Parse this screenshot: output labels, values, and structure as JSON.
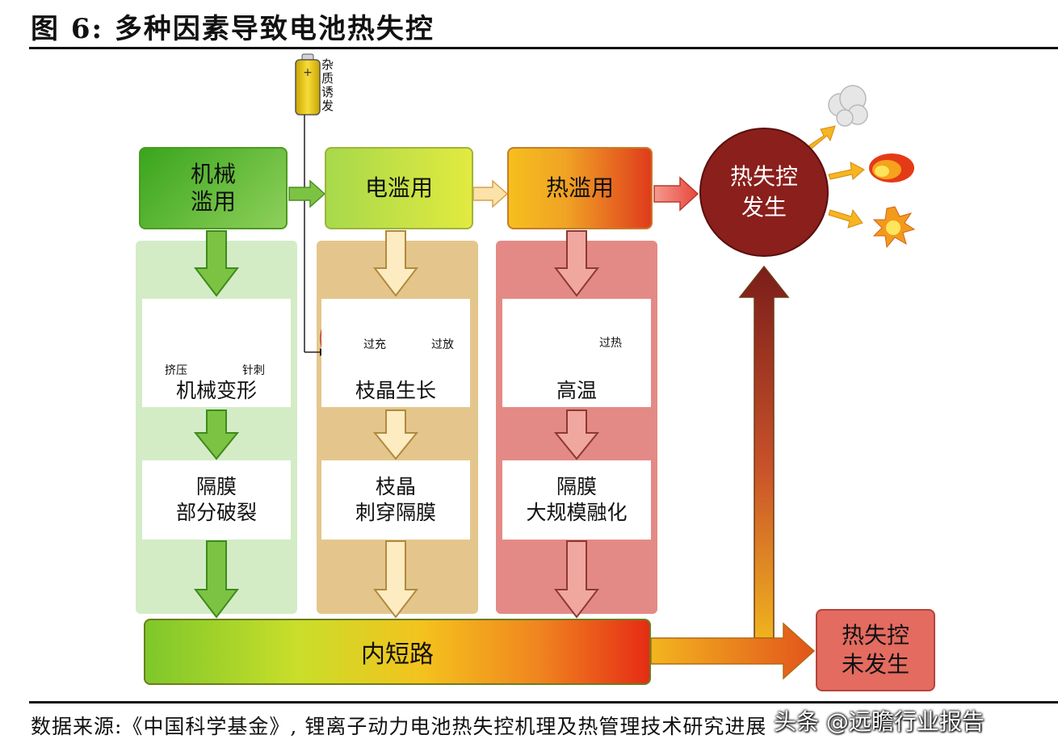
{
  "title": "图 6:  多种因素导致电池热失控",
  "source": "数据来源:《中国科学基金》, 锂离子动力电池热失控机理及热管理技术研究进展",
  "watermark": "头条 @远瞻行业报告",
  "trigger": {
    "label": "杂质诱发"
  },
  "causes": {
    "mechanical": {
      "line1": "机械",
      "line2": "滥用"
    },
    "electrical": {
      "label": "电滥用"
    },
    "thermal": {
      "label": "热滥用"
    }
  },
  "stage1": {
    "mechanical": {
      "label": "机械变形",
      "sub1": "挤压",
      "sub2": "针刺"
    },
    "electrical": {
      "label": "枝晶生长",
      "sub1": "过充",
      "sub2": "过放"
    },
    "thermal": {
      "label": "高温",
      "sub1": "过热"
    }
  },
  "stage2": {
    "mechanical": {
      "line1": "隔膜",
      "line2": "部分破裂"
    },
    "electrical": {
      "line1": "枝晶",
      "line2": "刺穿隔膜"
    },
    "thermal": {
      "line1": "隔膜",
      "line2": "大规模融化"
    }
  },
  "internal_short": {
    "label": "内短路"
  },
  "runaway": {
    "line1": "热失控",
    "line2": "发生"
  },
  "no_runaway": {
    "line1": "热失控",
    "line2": "未发生"
  },
  "colors": {
    "mechanical": "#4caf2a",
    "electrical": "#d7e54a",
    "thermal": "#e2501f",
    "runaway": "#8a1f1c",
    "no_runaway": "#e46b60"
  }
}
